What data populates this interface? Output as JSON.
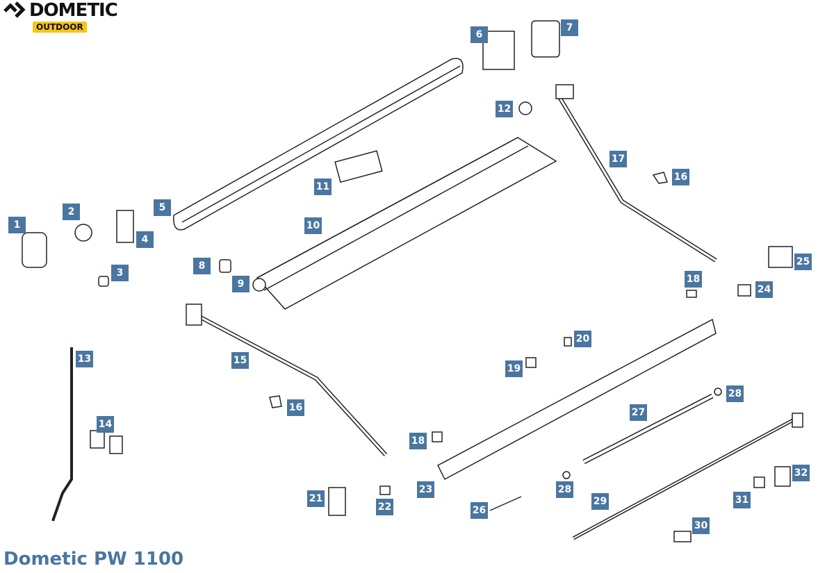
{
  "logo": {
    "brand": "DOMETIC",
    "sub": "OUTDOOR"
  },
  "title": "Dometic PW 1100",
  "labels": [
    "1",
    "2",
    "3",
    "4",
    "5",
    "6",
    "7",
    "8",
    "9",
    "10",
    "11",
    "12",
    "13",
    "14",
    "15",
    "16",
    "16",
    "17",
    "18",
    "18",
    "19",
    "20",
    "21",
    "22",
    "23",
    "24",
    "25",
    "26",
    "27",
    "28",
    "28",
    "29",
    "30",
    "31",
    "32"
  ],
  "colors": {
    "label": "#4a76a0",
    "logo_sub": "#f7c517"
  }
}
